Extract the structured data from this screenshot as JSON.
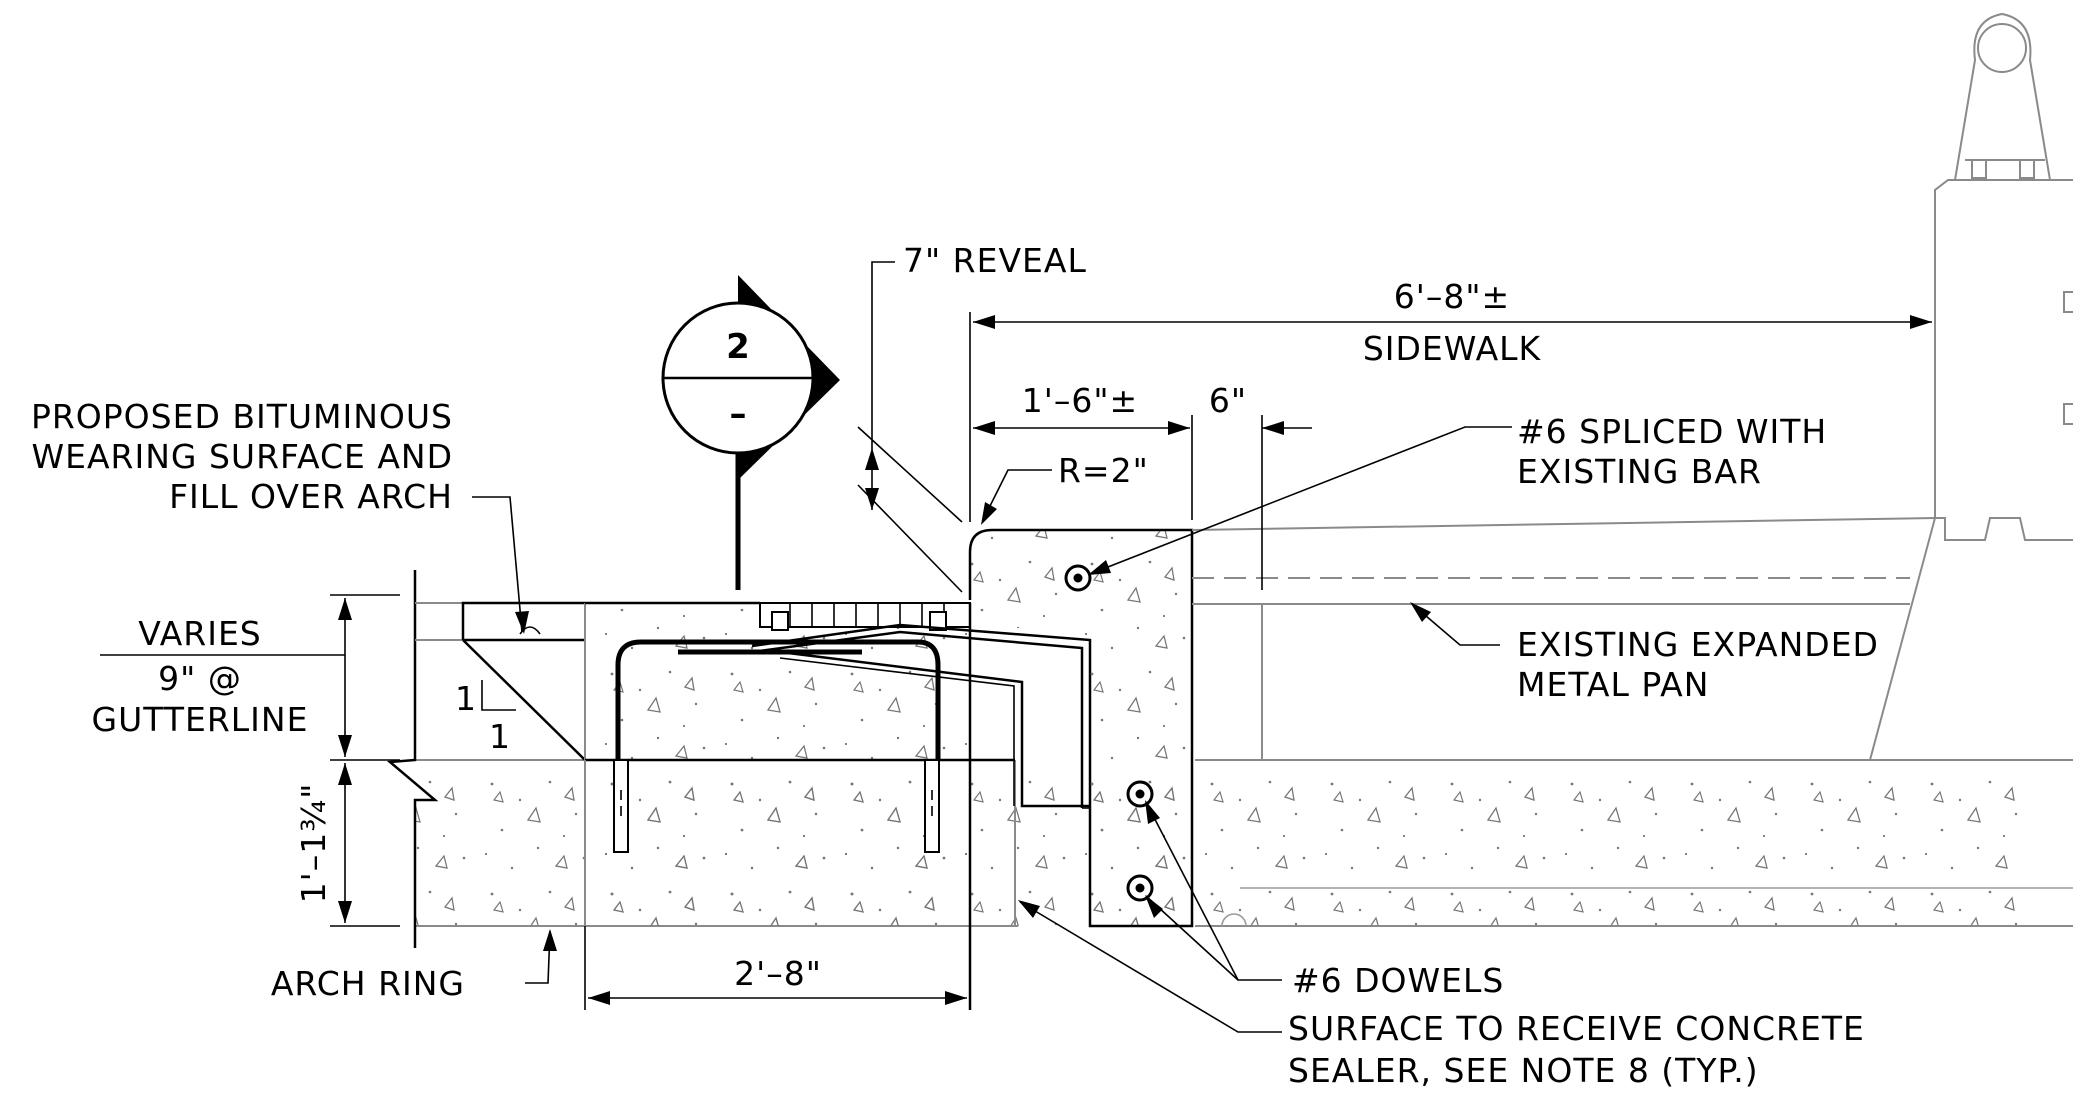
{
  "drawing": {
    "section_marker": {
      "number": "2",
      "sheet": "–"
    },
    "labels": {
      "wearing_surface": [
        "PROPOSED BITUMINOUS",
        "WEARING SURFACE AND",
        "FILL OVER ARCH"
      ],
      "varies": "VARIES",
      "gutter_value": "9\" @",
      "gutterline": "GUTTERLINE",
      "slope_v": "1",
      "slope_h": "1",
      "depth": "1'–1¾\"",
      "arch_ring": "ARCH RING",
      "width": "2'–8\"",
      "reveal": "7\" REVEAL",
      "radius": "R=2\"",
      "offset_1": "1'–6\"±",
      "offset_2": "6\"",
      "sidewalk_width": "6'–8\"±",
      "sidewalk": "SIDEWALK",
      "spliced_bar": [
        "#6 SPLICED WITH",
        "EXISTING BAR"
      ],
      "metal_pan": [
        "EXISTING EXPANDED",
        "METAL PAN"
      ],
      "dowels": "#6 DOWELS",
      "sealer": [
        "SURFACE TO RECEIVE CONCRETE",
        "SEALER, SEE NOTE 8 (TYP.)"
      ]
    }
  }
}
